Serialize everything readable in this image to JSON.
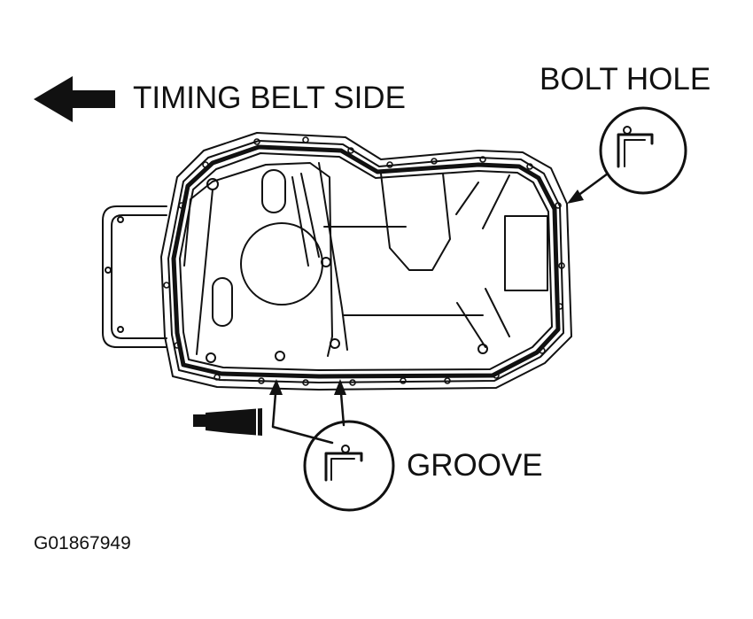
{
  "labels": {
    "timing_belt_side": "TIMING BELT SIDE",
    "bolt_hole": "BOLT HOLE",
    "groove": "GROOVE",
    "figure_code": "G01867949"
  },
  "icons": {
    "direction": "arrow-left-icon",
    "sealant": "sealant-tube-icon"
  },
  "colors": {
    "ink": "#111111",
    "background": "#ffffff"
  }
}
